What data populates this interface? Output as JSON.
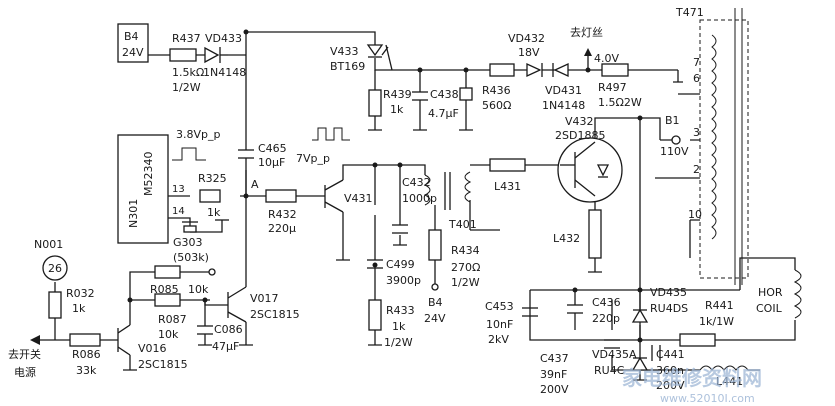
{
  "labels": [
    {
      "id": "b4_top_name",
      "text": "B4"
    },
    {
      "id": "b4_top_volt",
      "text": "24V"
    },
    {
      "id": "r437",
      "text": "R437"
    },
    {
      "id": "r437_val1",
      "text": "1.5kΩ"
    },
    {
      "id": "r437_val2",
      "text": "1/2W"
    },
    {
      "id": "vd433",
      "text": "VD433"
    },
    {
      "id": "vd433_type",
      "text": "1N4148"
    },
    {
      "id": "v433",
      "text": "V433"
    },
    {
      "id": "v433_type",
      "text": "BT169"
    },
    {
      "id": "vd432",
      "text": "VD432"
    },
    {
      "id": "vd432_val",
      "text": "18V"
    },
    {
      "id": "to_filament",
      "text": "去灯丝"
    },
    {
      "id": "v4",
      "text": "4.0V"
    },
    {
      "id": "t471",
      "text": "T471"
    },
    {
      "id": "r439",
      "text": "R439"
    },
    {
      "id": "r439_val",
      "text": "1k"
    },
    {
      "id": "c438",
      "text": "C438"
    },
    {
      "id": "c438_val",
      "text": "4.7μF"
    },
    {
      "id": "r436",
      "text": "R436"
    },
    {
      "id": "r436_val",
      "text": "560Ω"
    },
    {
      "id": "vd431",
      "text": "VD431"
    },
    {
      "id": "vd431_type",
      "text": "1N4148"
    },
    {
      "id": "r497",
      "text": "R497"
    },
    {
      "id": "r497_val",
      "text": "1.5Ω2W"
    },
    {
      "id": "pin7",
      "text": "7"
    },
    {
      "id": "pin6",
      "text": "6"
    },
    {
      "id": "pin3",
      "text": "3"
    },
    {
      "id": "pin2",
      "text": "2"
    },
    {
      "id": "pin10",
      "text": "10"
    },
    {
      "id": "b1",
      "text": "B1"
    },
    {
      "id": "b1_volt",
      "text": "110V"
    },
    {
      "id": "v432",
      "text": "V432"
    },
    {
      "id": "v432_type",
      "text": "2SD1885"
    },
    {
      "id": "vpp38",
      "text": "3.8Vp_p"
    },
    {
      "id": "c465",
      "text": "C465"
    },
    {
      "id": "c465_val",
      "text": "10μF"
    },
    {
      "id": "vpp7",
      "text": "7Vp_p"
    },
    {
      "id": "c432",
      "text": "C432"
    },
    {
      "id": "c432_val",
      "text": "1000p"
    },
    {
      "id": "n301",
      "text": "N301"
    },
    {
      "id": "m52340",
      "text": "M52340"
    },
    {
      "id": "pin13",
      "text": "13"
    },
    {
      "id": "pin14",
      "text": "14"
    },
    {
      "id": "r325",
      "text": "R325"
    },
    {
      "id": "r325_val",
      "text": "1k"
    },
    {
      "id": "node_a",
      "text": "A"
    },
    {
      "id": "r432",
      "text": "R432"
    },
    {
      "id": "r432_val",
      "text": "220μ"
    },
    {
      "id": "v431",
      "text": "V431"
    },
    {
      "id": "l431",
      "text": "L431"
    },
    {
      "id": "g303",
      "text": "G303"
    },
    {
      "id": "g303_val",
      "text": "(503k)"
    },
    {
      "id": "t401",
      "text": "T401"
    },
    {
      "id": "r434",
      "text": "R434"
    },
    {
      "id": "r434_val1",
      "text": "270Ω"
    },
    {
      "id": "r434_val2",
      "text": "1/2W"
    },
    {
      "id": "l432",
      "text": "L432"
    },
    {
      "id": "n001",
      "text": "N001"
    },
    {
      "id": "n001_num",
      "text": "26"
    },
    {
      "id": "r032",
      "text": "R032"
    },
    {
      "id": "r032_val",
      "text": "1k"
    },
    {
      "id": "r085",
      "text": "R085"
    },
    {
      "id": "r085_val",
      "text": "10k"
    },
    {
      "id": "r087",
      "text": "R087"
    },
    {
      "id": "r087_val",
      "text": "10k"
    },
    {
      "id": "v017",
      "text": "V017"
    },
    {
      "id": "v017_type",
      "text": "2SC1815"
    },
    {
      "id": "c086",
      "text": "C086"
    },
    {
      "id": "c086_val",
      "text": "47μF"
    },
    {
      "id": "c499",
      "text": "C499"
    },
    {
      "id": "c499_val",
      "text": "3900p"
    },
    {
      "id": "b4_mid_name",
      "text": "B4"
    },
    {
      "id": "b4_mid_volt",
      "text": "24V"
    },
    {
      "id": "c453",
      "text": "C453"
    },
    {
      "id": "c453_val1",
      "text": "10nF"
    },
    {
      "id": "c453_val2",
      "text": "2kV"
    },
    {
      "id": "c436",
      "text": "C436"
    },
    {
      "id": "c436_val",
      "text": "220p"
    },
    {
      "id": "vd435",
      "text": "VD435"
    },
    {
      "id": "vd435_type",
      "text": "RU4DS"
    },
    {
      "id": "r441",
      "text": "R441"
    },
    {
      "id": "r441_val",
      "text": "1k/1W"
    },
    {
      "id": "hor_coil1",
      "text": "HOR"
    },
    {
      "id": "hor_coil2",
      "text": "COIL"
    },
    {
      "id": "r086",
      "text": "R086"
    },
    {
      "id": "r086_val",
      "text": "33k"
    },
    {
      "id": "v016",
      "text": "V016"
    },
    {
      "id": "v016_type",
      "text": "2SC1815"
    },
    {
      "id": "to_switch1",
      "text": "去开关"
    },
    {
      "id": "to_switch2",
      "text": "电源"
    },
    {
      "id": "r433",
      "text": "R433"
    },
    {
      "id": "r433_val1",
      "text": "1k"
    },
    {
      "id": "r433_val2",
      "text": "1/2W"
    },
    {
      "id": "c437",
      "text": "C437"
    },
    {
      "id": "c437_val1",
      "text": "39nF"
    },
    {
      "id": "c437_val2",
      "text": "200V"
    },
    {
      "id": "vd435a",
      "text": "VD435A"
    },
    {
      "id": "vd435a_type",
      "text": "RU4C"
    },
    {
      "id": "c441",
      "text": "C441"
    },
    {
      "id": "c441_val1",
      "text": "360n"
    },
    {
      "id": "c441_val2",
      "text": "200V"
    },
    {
      "id": "l441",
      "text": "L441"
    }
  ],
  "watermark": {
    "text": "家电维修资料网",
    "url": "www.52010I.com"
  }
}
